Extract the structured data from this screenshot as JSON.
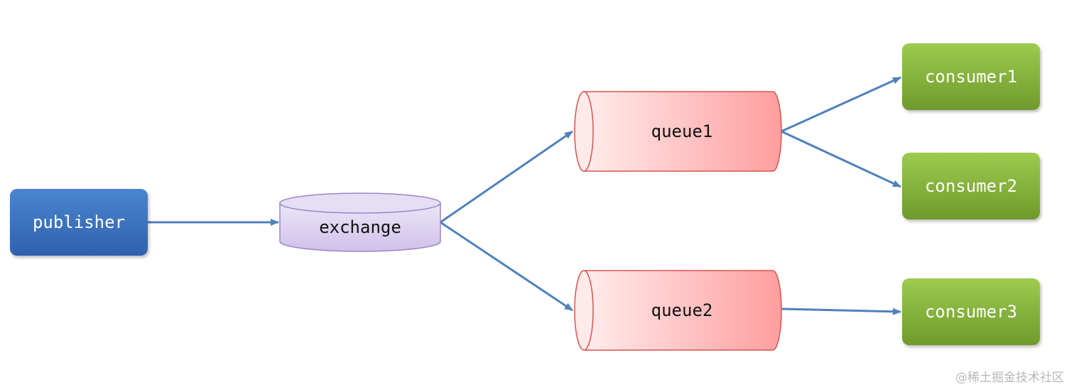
{
  "nodes": {
    "publisher": {
      "label": "publisher",
      "color": "#3f74bf"
    },
    "exchange": {
      "label": "exchange",
      "color": "#d9cdee"
    },
    "queue1": {
      "label": "queue1",
      "color": "#ff9e9e"
    },
    "queue2": {
      "label": "queue2",
      "color": "#ff9e9e"
    },
    "consumer1": {
      "label": "consumer1",
      "color": "#86b43c"
    },
    "consumer2": {
      "label": "consumer2",
      "color": "#86b43c"
    },
    "consumer3": {
      "label": "consumer3",
      "color": "#86b43c"
    }
  },
  "edges": [
    {
      "from": "publisher",
      "to": "exchange"
    },
    {
      "from": "exchange",
      "to": "queue1"
    },
    {
      "from": "exchange",
      "to": "queue2"
    },
    {
      "from": "queue1",
      "to": "consumer1"
    },
    {
      "from": "queue1",
      "to": "consumer2"
    },
    {
      "from": "queue2",
      "to": "consumer3"
    }
  ],
  "edge_color": "#4f81bd",
  "watermark": "@稀土掘金技术社区"
}
